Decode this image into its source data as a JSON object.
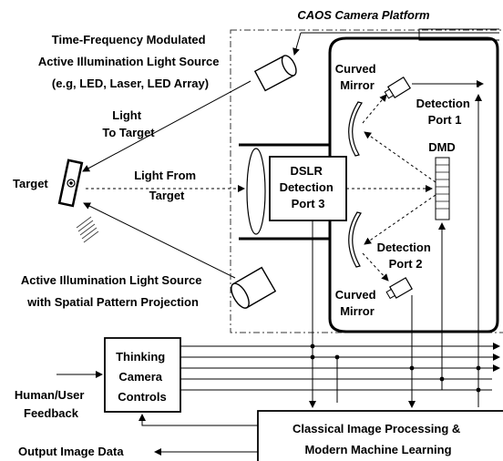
{
  "title": "CAOS Camera Platform",
  "labels": {
    "tf_source": [
      "Time-Frequency Modulated",
      "Active Illumination Light Source",
      "(e.g, LED, Laser, LED Array)"
    ],
    "light_to_target": [
      "Light",
      "To Target"
    ],
    "target": "Target",
    "light_from_target": [
      "Light From",
      "Target"
    ],
    "spatial_source": [
      "Active Illumination Light Source",
      "with Spatial Pattern Projection"
    ],
    "dslr": [
      "DSLR",
      "Detection",
      "Port 3"
    ],
    "curved_mirror_top": [
      "Curved",
      "Mirror"
    ],
    "curved_mirror_bottom": [
      "Curved",
      "Mirror"
    ],
    "detection_port_1": [
      "Detection",
      "Port 1"
    ],
    "detection_port_2": [
      "Detection",
      "Port 2"
    ],
    "dmd": "DMD",
    "thinking_camera": [
      "Thinking",
      "Camera",
      "Controls"
    ],
    "human_feedback": [
      "Human/User",
      "Feedback"
    ],
    "processing": [
      "Classical Image Processing &",
      "Modern Machine Learning"
    ],
    "output": "Output Image Data"
  }
}
